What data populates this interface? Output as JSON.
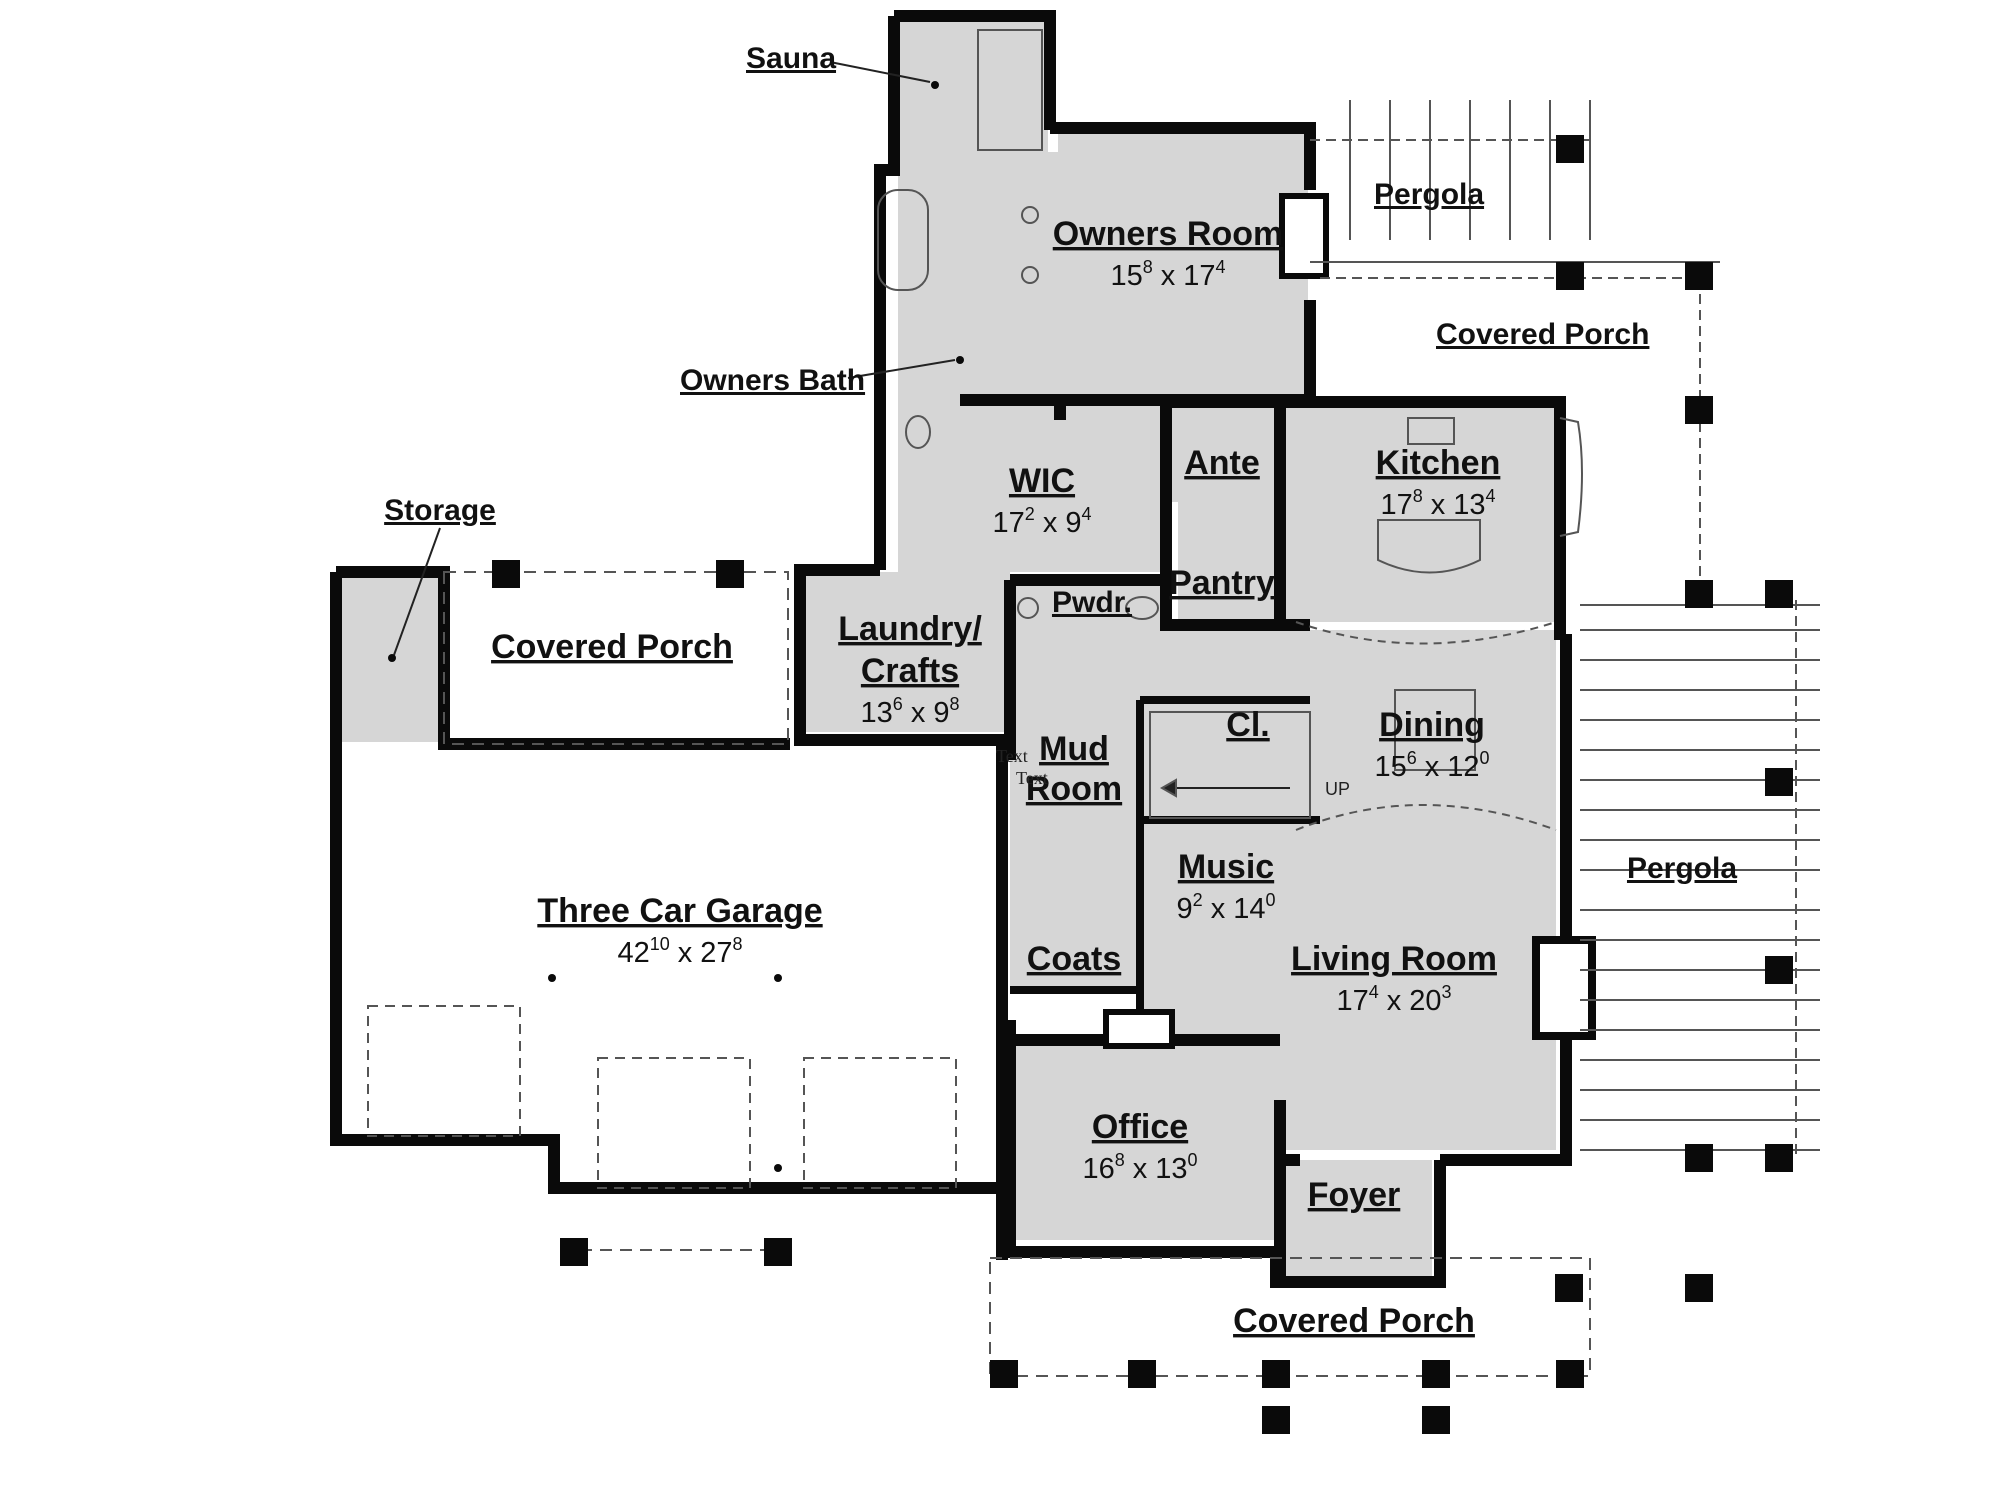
{
  "rooms": {
    "sauna": {
      "label": "Sauna"
    },
    "owners_room": {
      "label": "Owners Room",
      "dim_w": "15",
      "dim_w_in": "8",
      "dim_h": "17",
      "dim_h_in": "4"
    },
    "owners_bath": {
      "label": "Owners Bath"
    },
    "pergola_top": {
      "label": "Pergola"
    },
    "covered_porch_right": {
      "label": "Covered Porch"
    },
    "kitchen": {
      "label": "Kitchen",
      "dim_w": "17",
      "dim_w_in": "8",
      "dim_h": "13",
      "dim_h_in": "4"
    },
    "ante": {
      "label": "Ante"
    },
    "pantry": {
      "label": "Pantry"
    },
    "wic": {
      "label": "WIC",
      "dim_w": "17",
      "dim_w_in": "2",
      "dim_h": "9",
      "dim_h_in": "4"
    },
    "storage": {
      "label": "Storage"
    },
    "covered_porch_left": {
      "label": "Covered Porch"
    },
    "laundry": {
      "label_1": "Laundry/",
      "label_2": "Crafts",
      "dim_w": "13",
      "dim_w_in": "6",
      "dim_h": "9",
      "dim_h_in": "8"
    },
    "pwdr": {
      "label": "Pwdr."
    },
    "dining": {
      "label": "Dining",
      "dim_w": "15",
      "dim_w_in": "6",
      "dim_h": "12",
      "dim_h_in": "0"
    },
    "closet": {
      "label": "Cl."
    },
    "mud_room": {
      "label_1": "Mud",
      "label_2": "Room"
    },
    "stair": {
      "label": "UP"
    },
    "pergola_right": {
      "label": "Pergola"
    },
    "music": {
      "label": "Music",
      "dim_w": "9",
      "dim_w_in": "2",
      "dim_h": "14",
      "dim_h_in": "0"
    },
    "garage": {
      "label": "Three Car Garage",
      "dim_w": "42",
      "dim_w_in": "10",
      "dim_h": "27",
      "dim_h_in": "8"
    },
    "coats": {
      "label": "Coats"
    },
    "living": {
      "label": "Living Room",
      "dim_w": "17",
      "dim_w_in": "4",
      "dim_h": "20",
      "dim_h_in": "3"
    },
    "office": {
      "label": "Office",
      "dim_w": "16",
      "dim_w_in": "8",
      "dim_h": "13",
      "dim_h_in": "0"
    },
    "foyer": {
      "label": "Foyer"
    },
    "covered_porch_front": {
      "label": "Covered Porch"
    }
  },
  "stray_text": {
    "line_1": "Text",
    "line_2": "Text"
  },
  "dim_separator": "x",
  "colors": {
    "wall": "#0a0a0a",
    "room_fill": "#d4d4d4",
    "porch_fill": "#ffffff",
    "line": "#555555"
  }
}
